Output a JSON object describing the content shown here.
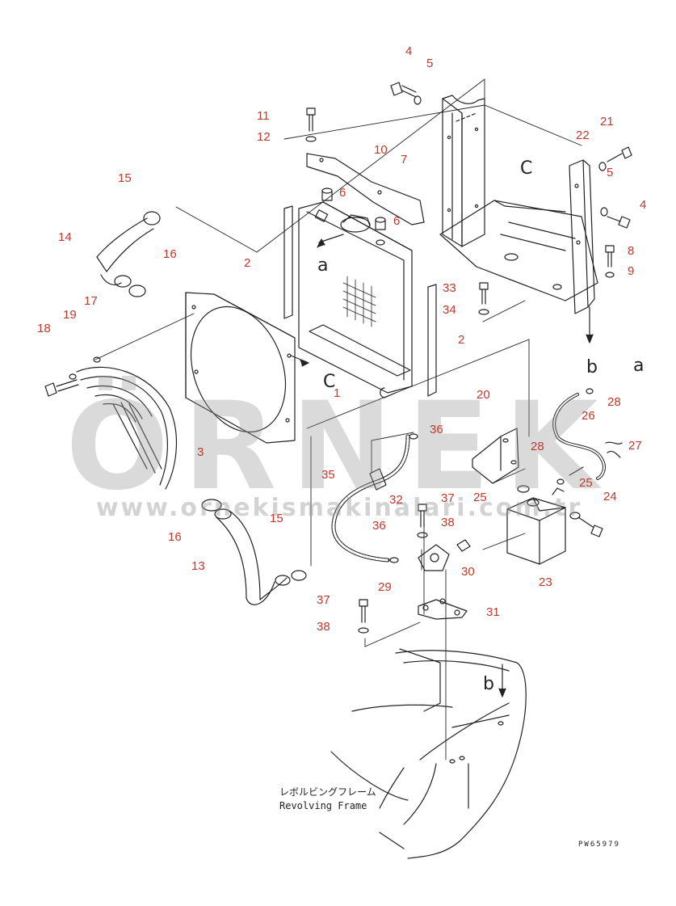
{
  "callouts": [
    {
      "text": "4"
    },
    {
      "text": "5"
    },
    {
      "text": "11"
    },
    {
      "text": "12"
    },
    {
      "text": "10"
    },
    {
      "text": "7"
    },
    {
      "text": "21"
    },
    {
      "text": "22"
    },
    {
      "text": "5"
    },
    {
      "text": "4"
    },
    {
      "text": "15"
    },
    {
      "text": "6"
    },
    {
      "text": "6"
    },
    {
      "text": "14"
    },
    {
      "text": "16"
    },
    {
      "text": "2"
    },
    {
      "text": "8"
    },
    {
      "text": "9"
    },
    {
      "text": "33"
    },
    {
      "text": "34"
    },
    {
      "text": "17"
    },
    {
      "text": "19"
    },
    {
      "text": "18"
    },
    {
      "text": "2"
    },
    {
      "text": "1"
    },
    {
      "text": "20"
    },
    {
      "text": "28"
    },
    {
      "text": "26"
    },
    {
      "text": "36"
    },
    {
      "text": "27"
    },
    {
      "text": "3"
    },
    {
      "text": "28"
    },
    {
      "text": "35"
    },
    {
      "text": "25"
    },
    {
      "text": "25"
    },
    {
      "text": "32"
    },
    {
      "text": "24"
    },
    {
      "text": "37"
    },
    {
      "text": "38"
    },
    {
      "text": "16"
    },
    {
      "text": "36"
    },
    {
      "text": "15"
    },
    {
      "text": "30"
    },
    {
      "text": "13"
    },
    {
      "text": "29"
    },
    {
      "text": "23"
    },
    {
      "text": "37"
    },
    {
      "text": "31"
    },
    {
      "text": "38"
    }
  ],
  "view_letters": [
    {
      "text": "C"
    },
    {
      "text": "a"
    },
    {
      "text": "C"
    },
    {
      "text": "b"
    },
    {
      "text": "a"
    },
    {
      "text": "b"
    }
  ],
  "frame_label": {
    "japanese": "レボルビングフレーム",
    "english": "Revolving Frame"
  },
  "drawing_number": "PW65979",
  "watermark": {
    "brand": "ÖRNEK",
    "url": "www.ornekismakinalari.com.tr"
  },
  "colors": {
    "callout": "#c0392b",
    "line": "#222222",
    "watermark": "#969696"
  }
}
